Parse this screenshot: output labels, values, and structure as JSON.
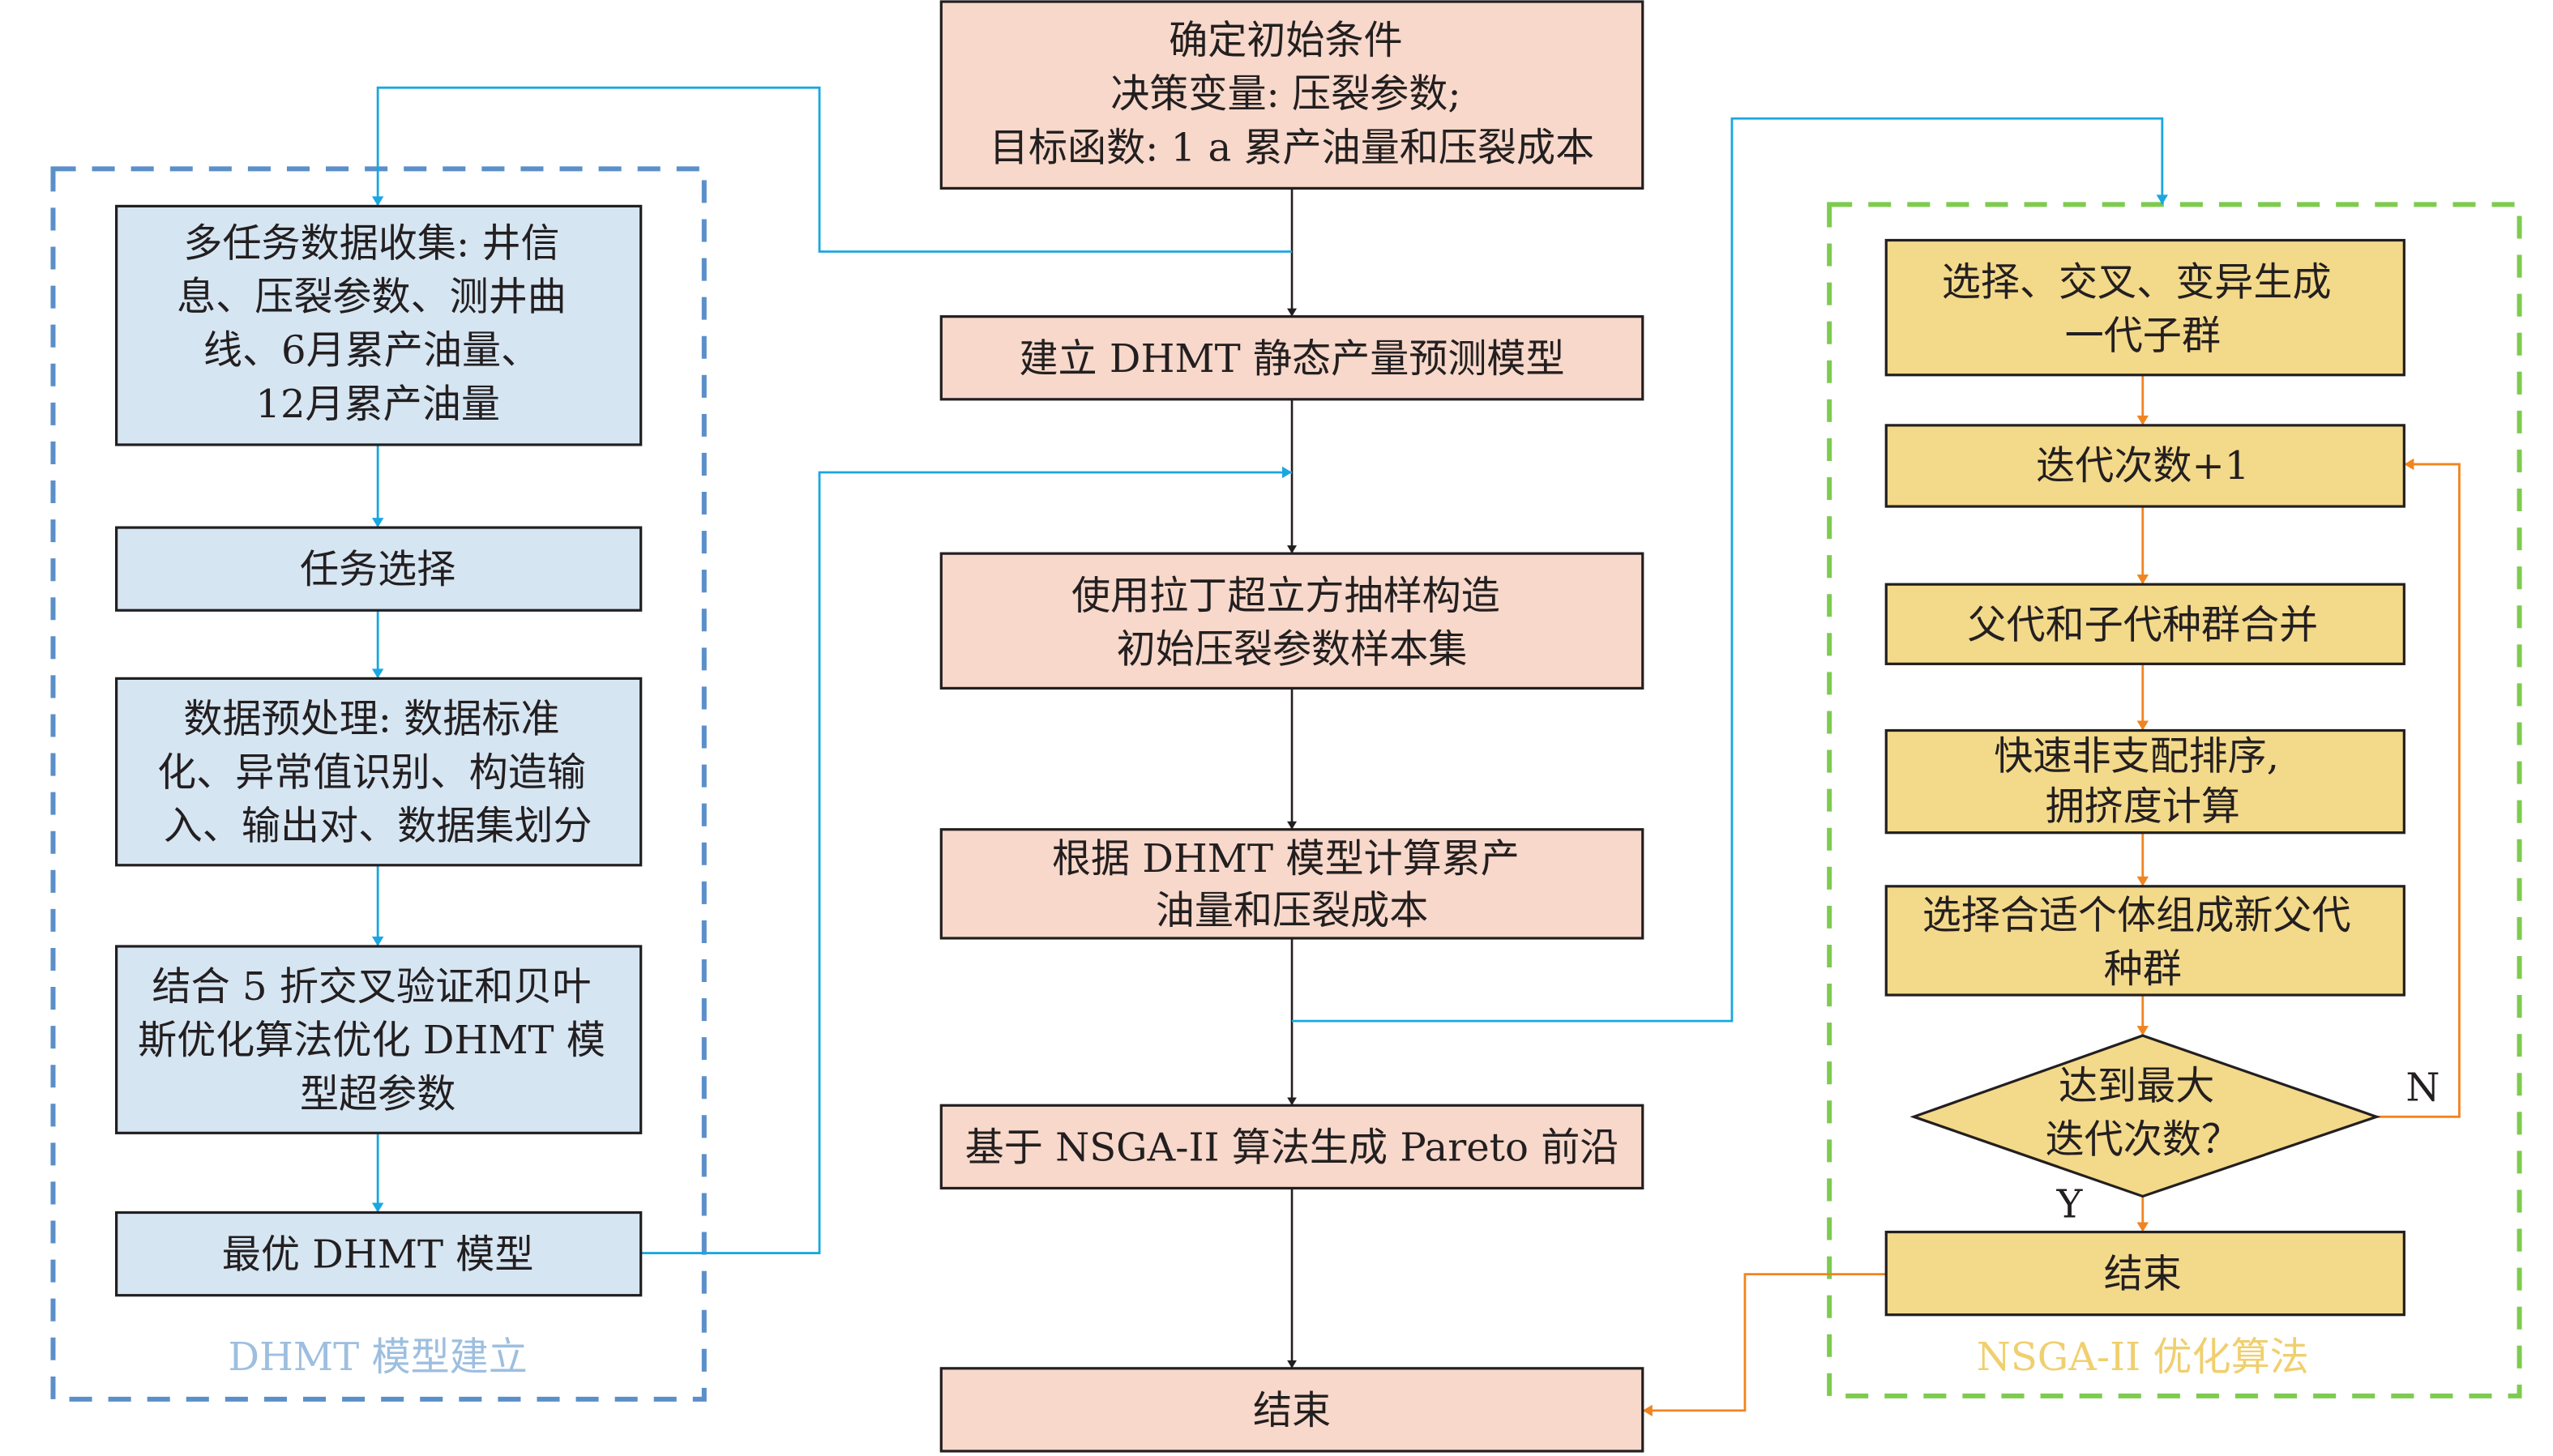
{
  "colors": {
    "center_box_fill": "#f7d8ca",
    "left_box_fill": "#d6e5f2",
    "right_box_fill": "#f3d98a",
    "connector_blue": "#1aa7e0",
    "connector_orange": "#f0841f",
    "frame_blue": "#5b8fc9",
    "frame_green": "#7ecb4f"
  },
  "center": {
    "init": {
      "lines": [
        "确定初始条件",
        "决策变量: 压裂参数;",
        "目标函数: 1 a 累产油量和压裂成本"
      ]
    },
    "build_model": {
      "lines": [
        "建立 DHMT 静态产量预测模型"
      ]
    },
    "lhs_sampling": {
      "lines": [
        "使用拉丁超立方抽样构造",
        "初始压裂参数样本集"
      ]
    },
    "compute": {
      "lines": [
        "根据 DHMT 模型计算累产",
        "油量和压裂成本"
      ]
    },
    "pareto": {
      "lines": [
        "基于 NSGA-II 算法生成 Pareto 前沿"
      ]
    },
    "end": {
      "lines": [
        "结束"
      ]
    }
  },
  "left_group": {
    "label": "DHMT 模型建立",
    "steps": [
      {
        "lines": [
          "多任务数据收集: 井信",
          "息、压裂参数、测井曲",
          "线、6月累产油量、",
          "12月累产油量"
        ]
      },
      {
        "lines": [
          "任务选择"
        ]
      },
      {
        "lines": [
          "数据预处理: 数据标准",
          "化、异常值识别、构造输",
          "入、输出对、数据集划分"
        ]
      },
      {
        "lines": [
          "结合 5 折交叉验证和贝叶",
          "斯优化算法优化 DHMT 模",
          "型超参数"
        ]
      },
      {
        "lines": [
          "最优 DHMT 模型"
        ]
      }
    ]
  },
  "right_group": {
    "label": "NSGA-II 优化算法",
    "steps": [
      {
        "lines": [
          "选择、交叉、变异生成",
          "一代子群"
        ]
      },
      {
        "lines": [
          "迭代次数+1"
        ]
      },
      {
        "lines": [
          "父代和子代种群合并"
        ]
      },
      {
        "lines": [
          "快速非支配排序,",
          "拥挤度计算"
        ]
      },
      {
        "lines": [
          "选择合适个体组成新父代",
          "种群"
        ]
      }
    ],
    "decision": {
      "lines": [
        "达到最大",
        "迭代次数？"
      ],
      "no_label": "N",
      "yes_label": "Y"
    },
    "end": {
      "lines": [
        "结束"
      ]
    }
  }
}
